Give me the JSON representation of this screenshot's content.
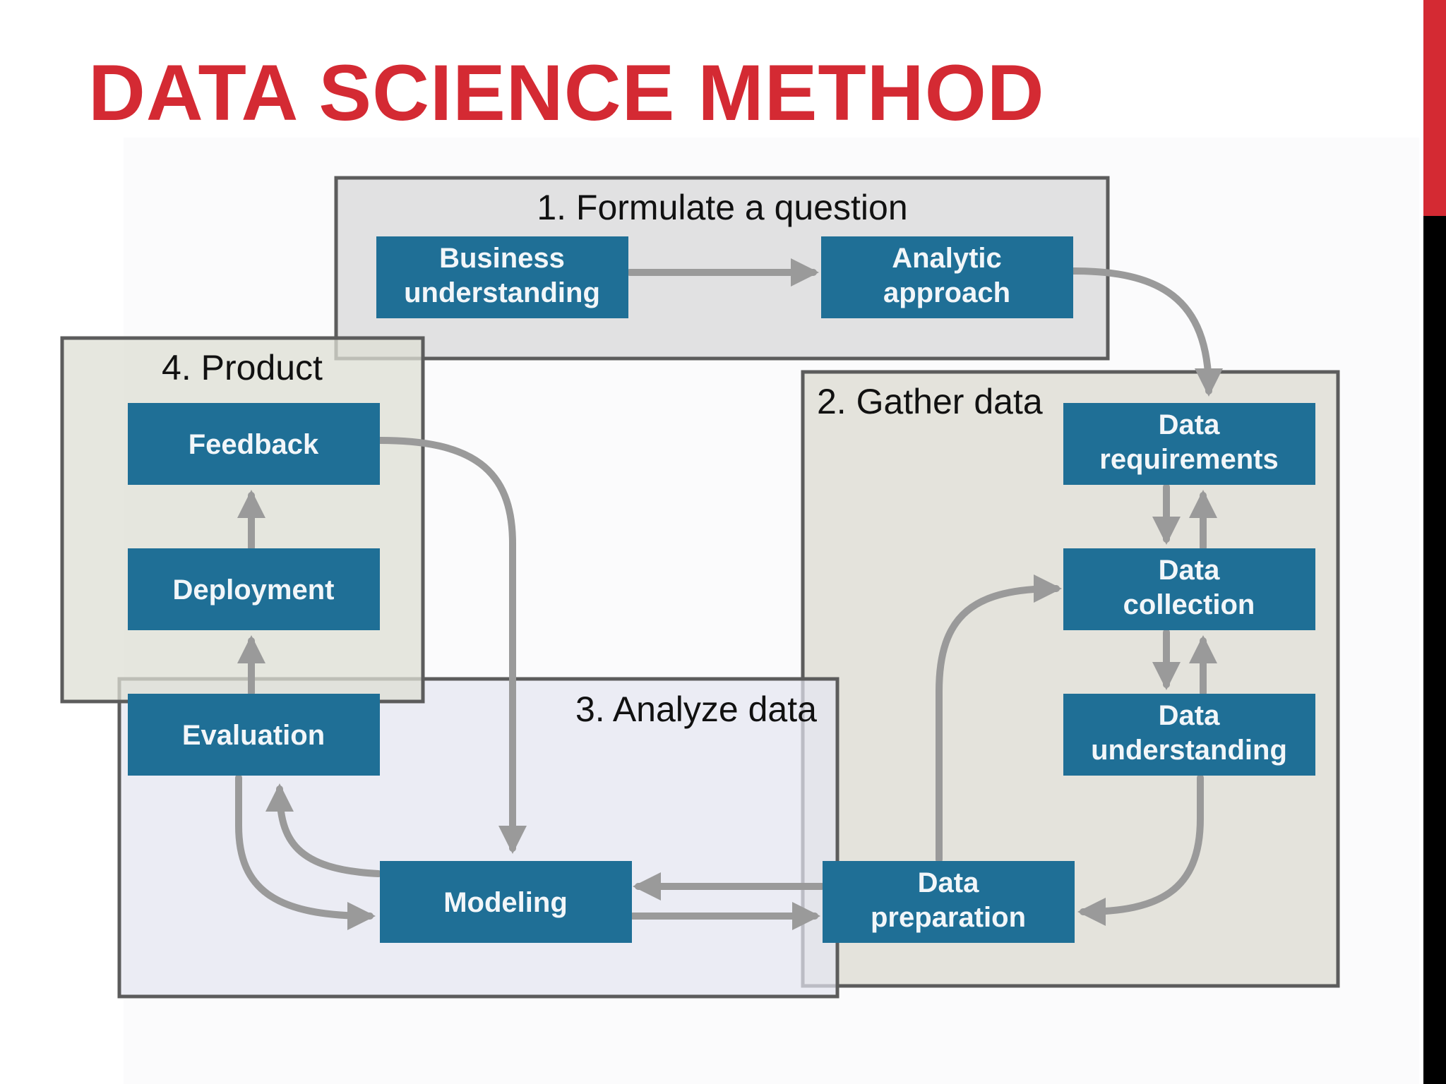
{
  "title": "DATA SCIENCE METHOD",
  "colors": {
    "title": "#d42a33",
    "node_fill": "#1f6f96",
    "arrow": "#9a9a9a",
    "group_border": "#5c5c5c",
    "group_1_fill": "#dededf",
    "group_2_fill": "#e1e0d8",
    "group_3_fill": "#e4e6f1",
    "group_4_fill": "#dedfd4"
  },
  "groups": {
    "formulate": "1. Formulate a question",
    "gather": "2. Gather data",
    "analyze": "3. Analyze data",
    "product": "4. Product"
  },
  "nodes": {
    "business_understanding": [
      "Business",
      "understanding"
    ],
    "analytic_approach": [
      "Analytic",
      "approach"
    ],
    "data_requirements": [
      "Data",
      "requirements"
    ],
    "data_collection": [
      "Data",
      "collection"
    ],
    "data_understanding": [
      "Data",
      "understanding"
    ],
    "data_preparation": [
      "Data",
      "preparation"
    ],
    "modeling": [
      "Modeling"
    ],
    "evaluation": [
      "Evaluation"
    ],
    "deployment": [
      "Deployment"
    ],
    "feedback": [
      "Feedback"
    ]
  }
}
